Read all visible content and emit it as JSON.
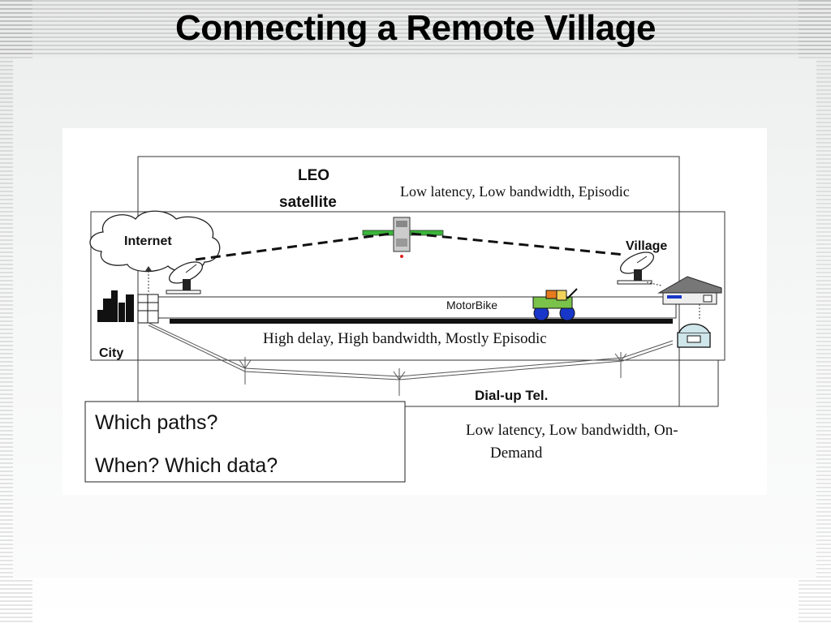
{
  "slide": {
    "title": "Connecting a Remote Village"
  },
  "diagram": {
    "labels": {
      "leo_line1": "LEO",
      "leo_line2": "satellite",
      "internet": "Internet",
      "village": "Village",
      "city": "City",
      "motorbike": "MotorBike",
      "dialup": "Dial-up Tel."
    },
    "annotations": {
      "satellite_path": "Low latency, Low bandwidth, Episodic",
      "motorbike_path": "High delay, High bandwidth, Mostly Episodic",
      "dialup_path_line1": "Low latency, Low bandwidth, On-",
      "dialup_path_line2": "Demand"
    },
    "questions": {
      "line1": "Which paths?",
      "line2": "When?  Which data?"
    }
  }
}
